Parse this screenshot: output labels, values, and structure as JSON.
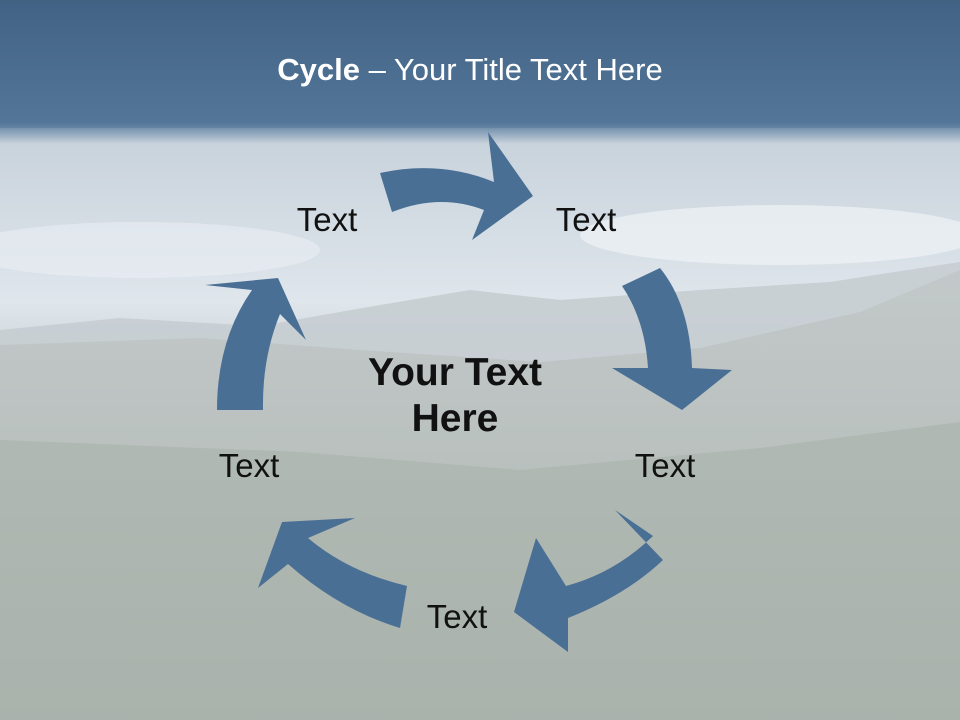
{
  "slide": {
    "title_bold": "Cycle",
    "title_rest": " – Your Title Text Here",
    "center_text": "Your Text Here",
    "arrow_color": "#4a6f95",
    "header_color": "#4d6f93"
  },
  "cycle_items": [
    {
      "label": "Text"
    },
    {
      "label": "Text"
    },
    {
      "label": "Text"
    },
    {
      "label": "Text"
    },
    {
      "label": "Text"
    }
  ]
}
